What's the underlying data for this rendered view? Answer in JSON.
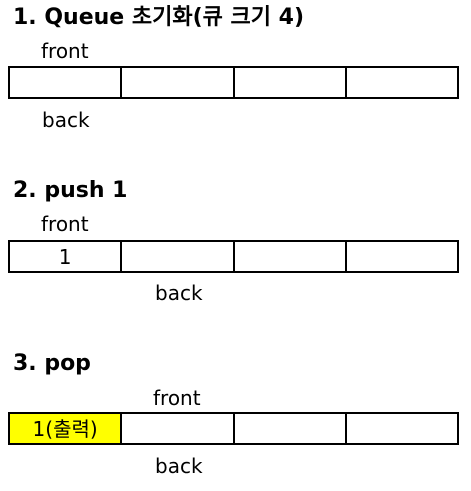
{
  "steps": [
    {
      "title": "1. Queue 초기화(큐 크기 4)",
      "front_label": "front",
      "back_label": "back",
      "cells": [
        "",
        "",
        "",
        ""
      ]
    },
    {
      "title": "2. push 1",
      "front_label": "front",
      "back_label": "back",
      "cells": [
        "1",
        "",
        "",
        ""
      ]
    },
    {
      "title": "3. pop",
      "front_label": "front",
      "back_label": "back",
      "cells": [
        "1(출력)",
        "",
        "",
        ""
      ],
      "highlight_color": "#ffff00"
    }
  ]
}
